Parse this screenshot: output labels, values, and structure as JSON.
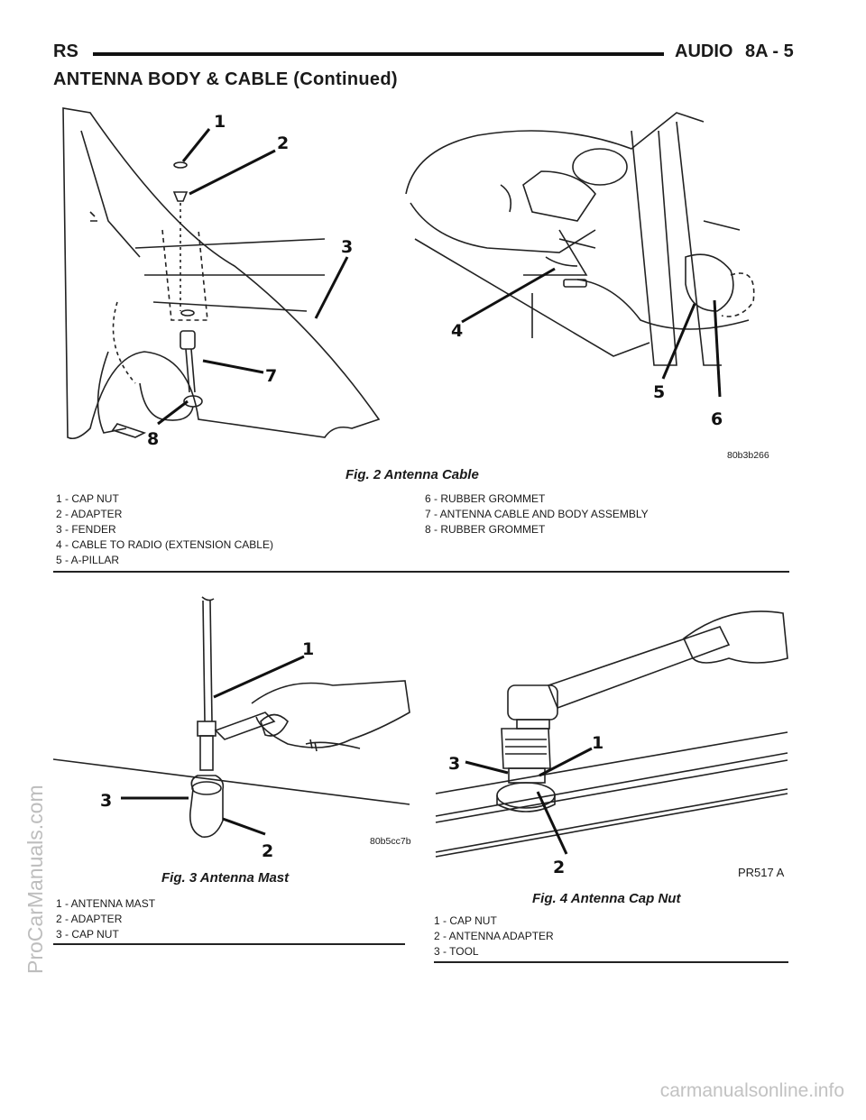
{
  "header": {
    "left": "RS",
    "center": "AUDIO",
    "right": "8A - 5"
  },
  "section_title": "ANTENNA BODY & CABLE (Continued)",
  "fig2": {
    "caption": "Fig. 2 Antenna Cable",
    "image_id": "80b3b266",
    "legend_left": [
      "1 - CAP NUT",
      "2 - ADAPTER",
      "3 - FENDER",
      "4 - CABLE TO RADIO (EXTENSION CABLE)",
      "5 - A-PILLAR"
    ],
    "legend_right": [
      "6 - RUBBER GROMMET",
      "7 - ANTENNA CABLE AND BODY ASSEMBLY",
      "8 - RUBBER GROMMET"
    ],
    "callouts": [
      "1",
      "2",
      "3",
      "4",
      "5",
      "6",
      "7",
      "8"
    ]
  },
  "fig3": {
    "caption": "Fig. 3 Antenna Mast",
    "image_id": "80b5cc7b",
    "legend": [
      "1 - ANTENNA MAST",
      "2 - ADAPTER",
      "3 - CAP NUT"
    ],
    "callouts": [
      "1",
      "2",
      "3"
    ]
  },
  "fig4": {
    "caption": "Fig. 4 Antenna Cap Nut",
    "image_id": "PR517 A",
    "legend": [
      "1 - CAP NUT",
      "2 - ANTENNA ADAPTER",
      "3 - TOOL"
    ],
    "callouts": [
      "1",
      "2",
      "3"
    ]
  },
  "watermarks": {
    "side": "ProCarManuals.com",
    "bottom": "carmanualsonline.info"
  }
}
